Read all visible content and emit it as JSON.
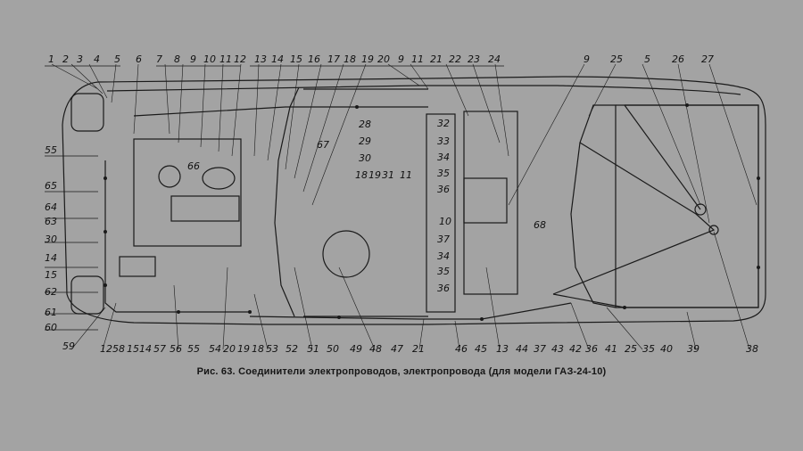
{
  "figure": {
    "caption": "Рис. 63. Соединители электропроводов, электропровода (для модели ГАЗ-24-10)"
  },
  "callouts": {
    "top_left": [
      "1",
      "2",
      "3",
      "4",
      "5",
      "6",
      "7",
      "8",
      "9",
      "10",
      "11",
      "12"
    ],
    "top_mid": [
      "13",
      "14",
      "15",
      "16",
      "17",
      "18",
      "19",
      "20",
      "9",
      "11",
      "21"
    ],
    "top_right": [
      "22",
      "23",
      "24",
      "9",
      "25",
      "5",
      "26",
      "27"
    ],
    "left_side": [
      "55",
      "65",
      "64",
      "63",
      "30",
      "14",
      "15",
      "62",
      "61",
      "60"
    ],
    "bottom": [
      "59",
      "12",
      "58",
      "15",
      "14",
      "57",
      "56",
      "55",
      "54",
      "20",
      "19",
      "18",
      "53",
      "52",
      "51",
      "50",
      "49",
      "48",
      "47",
      "21",
      "46",
      "45",
      "13",
      "44",
      "37",
      "43",
      "42",
      "36",
      "41",
      "25",
      "35",
      "40",
      "39",
      "38"
    ],
    "inner": [
      "66",
      "67",
      "28",
      "29",
      "30",
      "18",
      "19",
      "31",
      "11"
    ],
    "panel": [
      "32",
      "33",
      "34",
      "35",
      "36",
      "10",
      "37",
      "34",
      "35",
      "36",
      "68"
    ]
  },
  "colors": {
    "background": "#a3a3a3",
    "ink": "#1a1a1a"
  }
}
